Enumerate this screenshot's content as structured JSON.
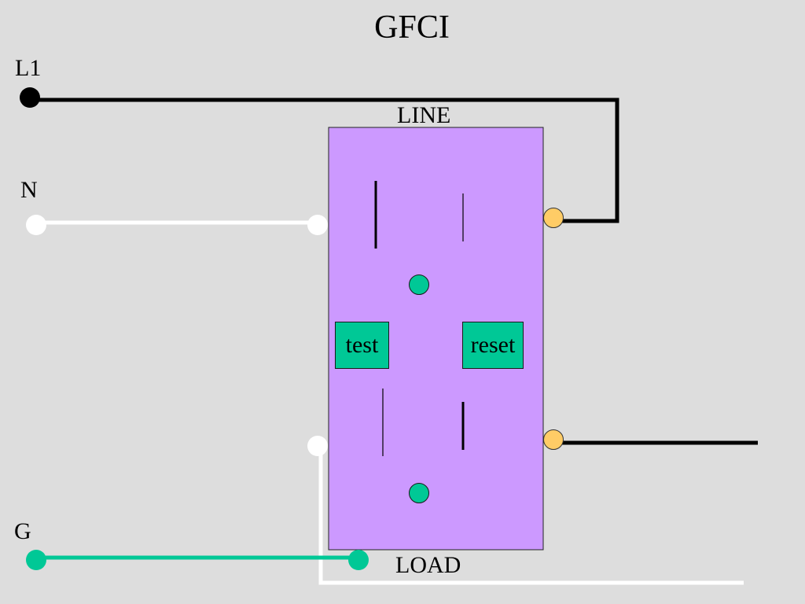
{
  "title": "GFCI",
  "labels": {
    "l1": "L1",
    "n": "N",
    "g": "G",
    "line": "LINE",
    "load": "LOAD"
  },
  "buttons": {
    "test": "test",
    "reset": "reset"
  },
  "colors": {
    "background": "#dddddd",
    "receptacle_body": "#cc99ff",
    "hot_wire": "#000000",
    "neutral_wire": "#ffffff",
    "ground_wire": "#00c896",
    "brass_terminal": "#ffcc66",
    "ground_hole": "#00c896",
    "button": "#00c896"
  }
}
